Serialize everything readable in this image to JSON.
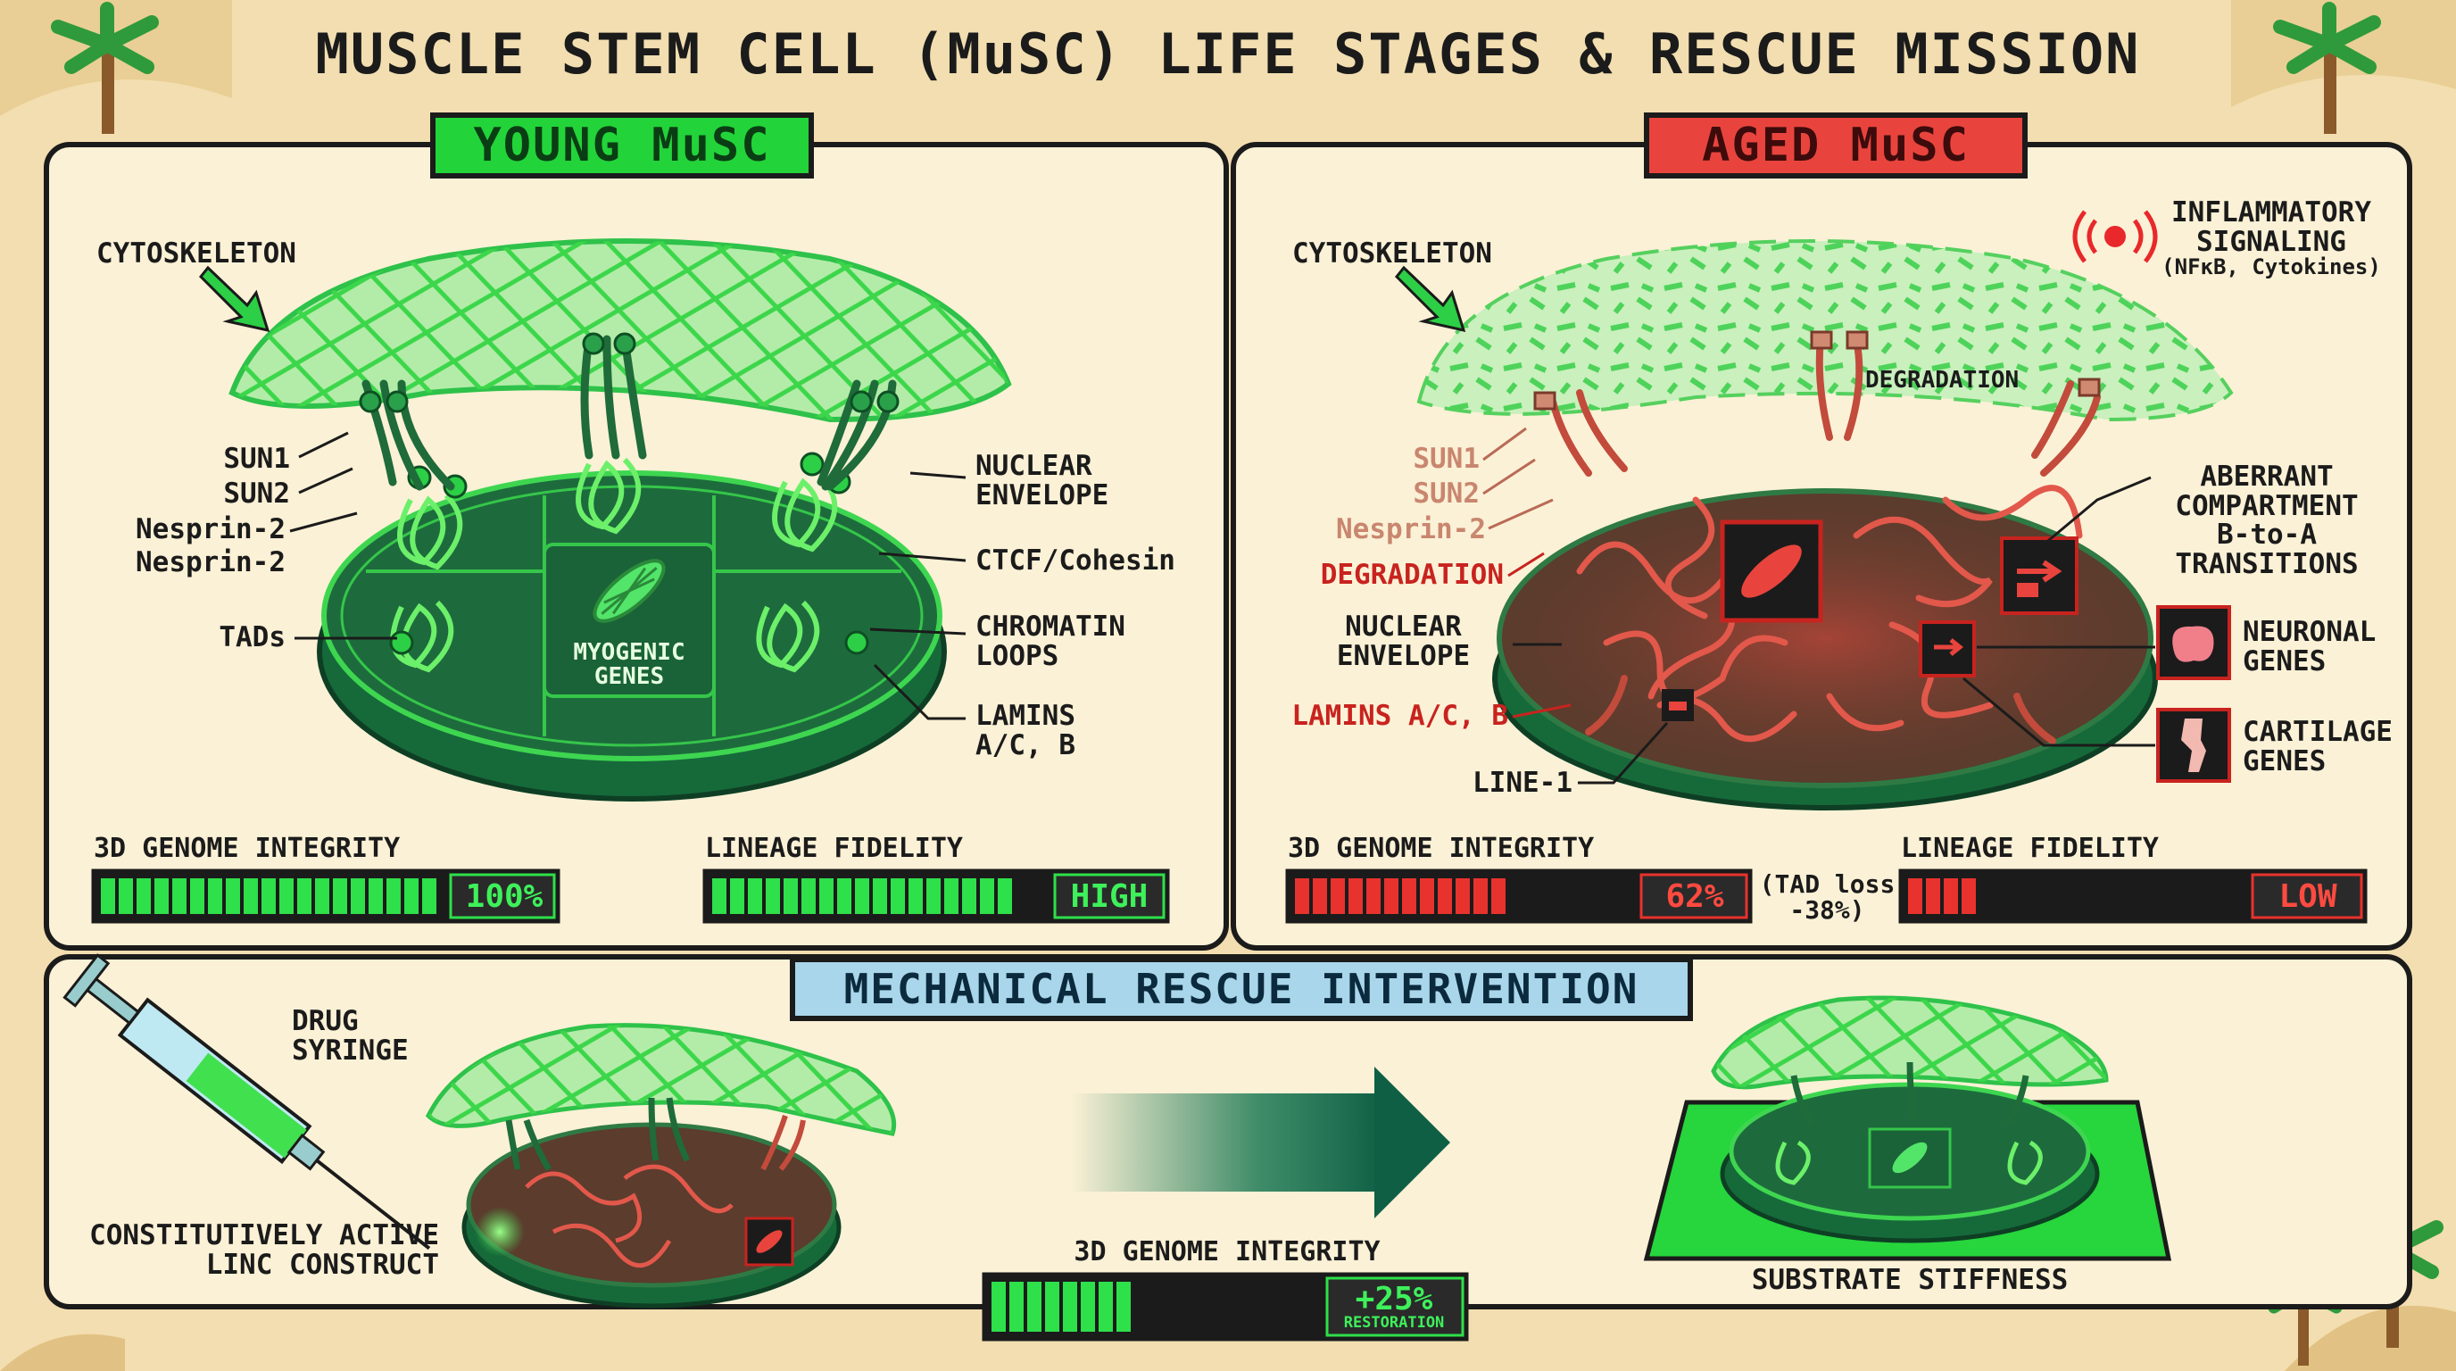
{
  "title": "MUSCLE STEM CELL (MuSC) LIFE STAGES & RESCUE MISSION",
  "colors": {
    "background": "#f2deb0",
    "panel": "#fbf1d6",
    "young_green": "#22d43a",
    "aged_red": "#e8443d",
    "rescue_blue": "#a9d6ea",
    "outline": "#1b1b1b"
  },
  "young": {
    "banner": "YOUNG MuSC",
    "cytoskeleton": "CYTOSKELETON",
    "sun1": "SUN1",
    "sun2": "SUN2",
    "nesprin_a": "Nesprin-2",
    "nesprin_b": "Nesprin-2",
    "tads": "TADs",
    "nuclear_envelope": [
      "NUCLEAR",
      "ENVELOPE"
    ],
    "ctcf": "CTCF/Cohesin",
    "chromatin_loops": [
      "CHROMATIN",
      "LOOPS"
    ],
    "lamins": [
      "LAMINS",
      "A/C, B"
    ],
    "myogenic_genes": [
      "MYOGENIC",
      "GENES"
    ],
    "integrity": {
      "label": "3D GENOME INTEGRITY",
      "value": "100%",
      "fill": 1.0
    },
    "fidelity": {
      "label": "LINEAGE FIDELITY",
      "value": "HIGH",
      "fill": 0.95
    }
  },
  "aged": {
    "banner": "AGED MuSC",
    "cytoskeleton": "CYTOSKELETON",
    "inflammatory": [
      "INFLAMMATORY",
      "SIGNALING",
      "(NFκB, Cytokines)"
    ],
    "degradation_top": "DEGRADATION",
    "sun1": "SUN1",
    "sun2": "SUN2",
    "nesprin": "Nesprin-2",
    "degradation_side": "DEGRADATION",
    "nuclear_envelope": [
      "NUCLEAR",
      "ENVELOPE"
    ],
    "lamins": "LAMINS A/C, B",
    "line1": "LINE-1",
    "aberrant": [
      "ABERRANT",
      "COMPARTMENT",
      "B-to-A",
      "TRANSITIONS"
    ],
    "neuronal_genes": [
      "NEURONAL",
      "GENES"
    ],
    "cartilage_genes": [
      "CARTILAGE",
      "GENES"
    ],
    "integrity": {
      "label": "3D GENOME INTEGRITY",
      "value": "62%",
      "note": [
        "(TAD loss",
        "-38%)"
      ],
      "fill": 0.62
    },
    "fidelity": {
      "label": "LINEAGE FIDELITY",
      "value": "LOW",
      "fill": 0.22
    }
  },
  "rescue": {
    "banner": "MECHANICAL RESCUE INTERVENTION",
    "drug_syringe": [
      "DRUG",
      "SYRINGE"
    ],
    "construct": [
      "CONSTITUTIVELY ACTIVE",
      "LINC CONSTRUCT"
    ],
    "integrity": {
      "label": "3D GENOME INTEGRITY",
      "value": "+25%",
      "sub": "RESTORATION",
      "fill": 0.45
    },
    "substrate": "SUBSTRATE STIFFNESS"
  }
}
